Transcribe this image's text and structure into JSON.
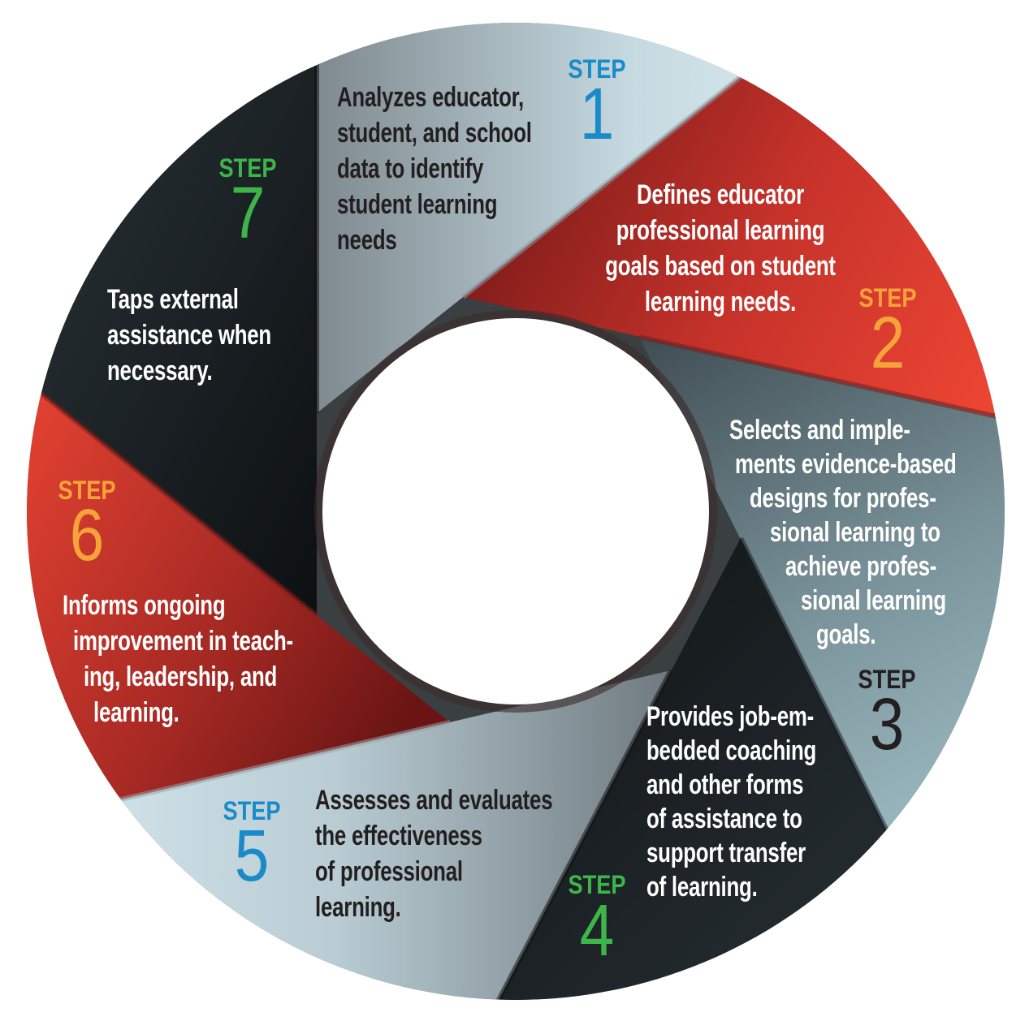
{
  "colors": {
    "blue": "#1a8ac8",
    "orange": "#f6a33a",
    "green": "#3db54a",
    "dark": "#231f20"
  },
  "steps": [
    {
      "label": "STEP",
      "number": "1",
      "lines": [
        "Analyzes educator,",
        "student, and school",
        "data to identify",
        "student learning",
        "needs"
      ]
    },
    {
      "label": "STEP",
      "number": "2",
      "lines": [
        "Defines educator",
        "professional learning",
        "goals based on student",
        "learning needs."
      ]
    },
    {
      "label": "STEP",
      "number": "3",
      "lines": [
        "Selects and imple-",
        "ments evidence-based",
        "designs for profes-",
        "sional learning to",
        "achieve profes-",
        "sional learning",
        "goals."
      ]
    },
    {
      "label": "STEP",
      "number": "4",
      "lines": [
        "Provides job-em-",
        "bedded coaching",
        "and other forms",
        "of assistance to",
        "support transfer",
        "of learning."
      ]
    },
    {
      "label": "STEP",
      "number": "5",
      "lines": [
        "Assesses and evaluates",
        "the effectiveness",
        "of professional",
        "learning."
      ]
    },
    {
      "label": "STEP",
      "number": "6",
      "lines": [
        "Informs ongoing",
        "improvement in teach-",
        "ing, leadership, and",
        "learning."
      ]
    },
    {
      "label": "STEP",
      "number": "7",
      "lines": [
        "Taps external",
        "assistance when",
        "necessary."
      ]
    }
  ]
}
